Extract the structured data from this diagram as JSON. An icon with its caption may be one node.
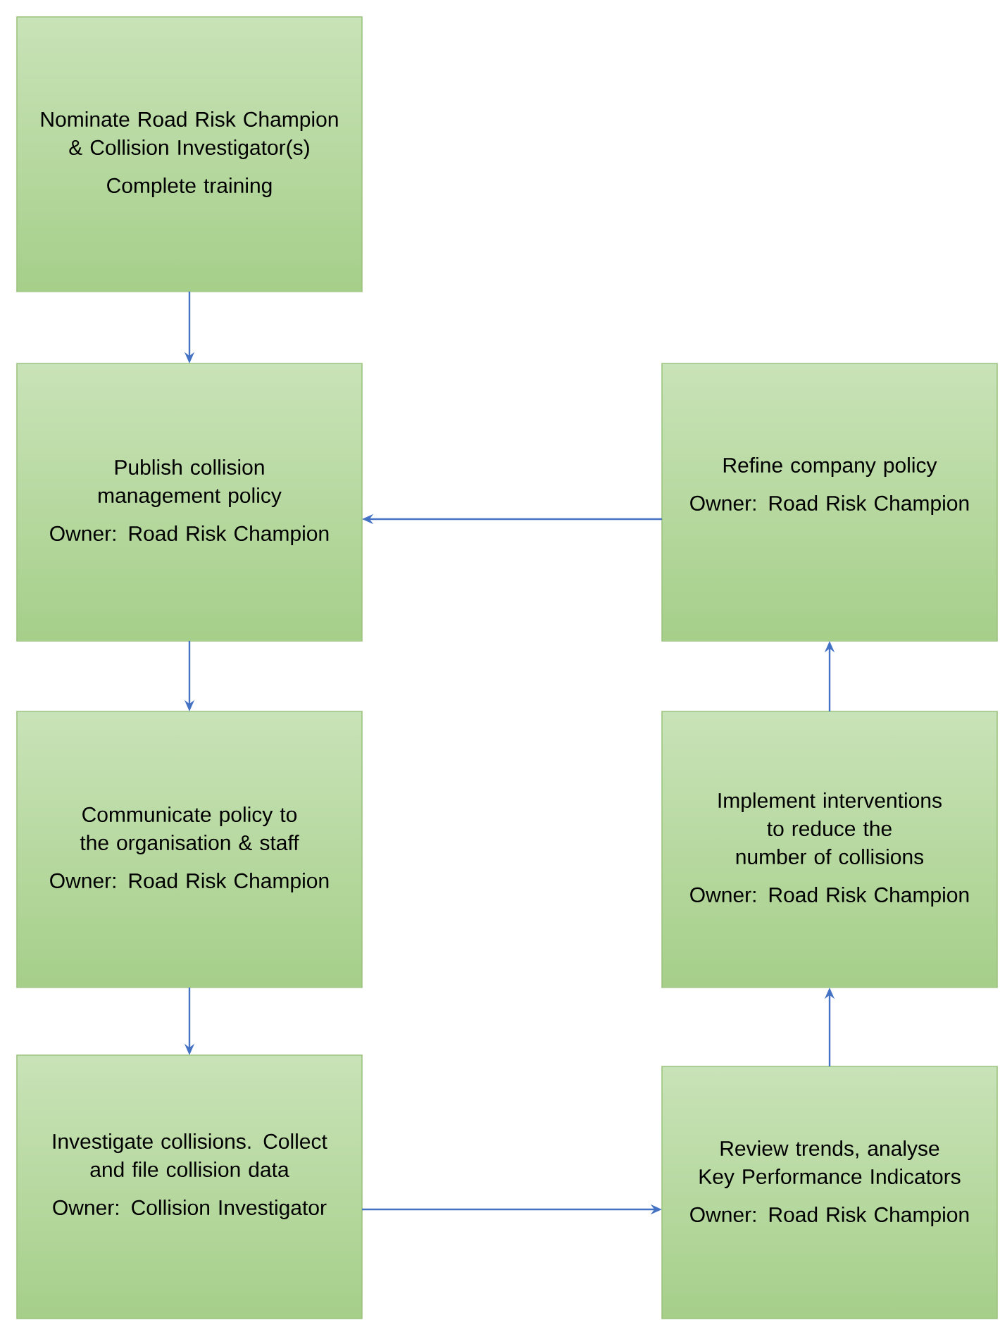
{
  "diagram": {
    "nodes": [
      {
        "text": [
          "Nominate Road Risk Champion & Collision Investigator(s)",
          "Complete training"
        ]
      },
      {
        "text": [
          "Publish collision management policy",
          "Owner: Road Risk Champion"
        ]
      },
      {
        "text": [
          "Refine company policy",
          "Owner: Road Risk Champion"
        ]
      },
      {
        "text": [
          "Communicate policy to the organisation & staff",
          "Owner: Road Risk Champion"
        ]
      },
      {
        "text": [
          "Implement interventions to reduce the number of collisions",
          "Owner: Road Risk Champion"
        ]
      },
      {
        "text": [
          "Investigate collisions. Collect and file collision data",
          "Owner: Collision Investigator"
        ]
      },
      {
        "text": [
          "Review trends, analyse Key Performance Indicators",
          "Owner: Road Risk Champion"
        ]
      }
    ],
    "edges": [
      {
        "from": 0,
        "to": 1,
        "arrow": "to"
      },
      {
        "from": 1,
        "to": 3,
        "arrow": "to"
      },
      {
        "from": 3,
        "to": 5,
        "arrow": "to"
      },
      {
        "from": 5,
        "to": 6,
        "arrow": "to"
      },
      {
        "from": 6,
        "to": 4,
        "arrow": "to"
      },
      {
        "from": 4,
        "to": 2,
        "arrow": "to"
      },
      {
        "from": 2,
        "to": 1,
        "arrow": "to"
      }
    ]
  }
}
